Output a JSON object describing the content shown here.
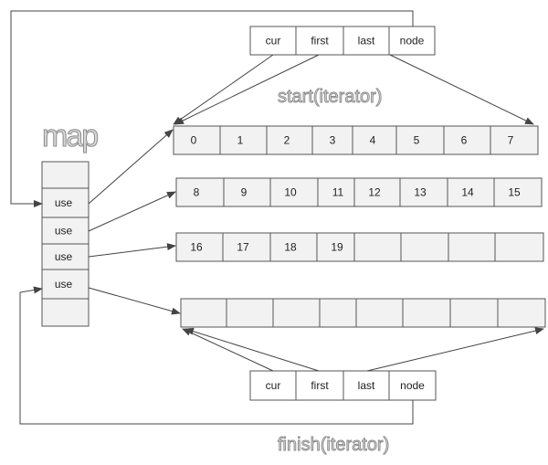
{
  "map": {
    "label": "map",
    "slots": [
      "",
      "use",
      "use",
      "use",
      "use",
      ""
    ]
  },
  "buffers": [
    {
      "cells": [
        "0",
        "1",
        "2",
        "3",
        "4",
        "5",
        "6",
        "7"
      ]
    },
    {
      "cells": [
        "8",
        "9",
        "10",
        "11",
        "12",
        "13",
        "14",
        "15"
      ]
    },
    {
      "cells": [
        "16",
        "17",
        "18",
        "19",
        "",
        "",
        "",
        ""
      ]
    },
    {
      "cells": [
        "",
        "",
        "",
        "",
        "",
        "",
        "",
        ""
      ]
    }
  ],
  "start_iterator": {
    "label": "start(iterator)",
    "fields": [
      "cur",
      "first",
      "last",
      "node"
    ]
  },
  "finish_iterator": {
    "label": "finish(iterator)",
    "fields": [
      "cur",
      "first",
      "last",
      "node"
    ]
  },
  "colors": {
    "cell_fill": "#f2f2f2",
    "border": "#555555",
    "arrow": "#444444"
  }
}
